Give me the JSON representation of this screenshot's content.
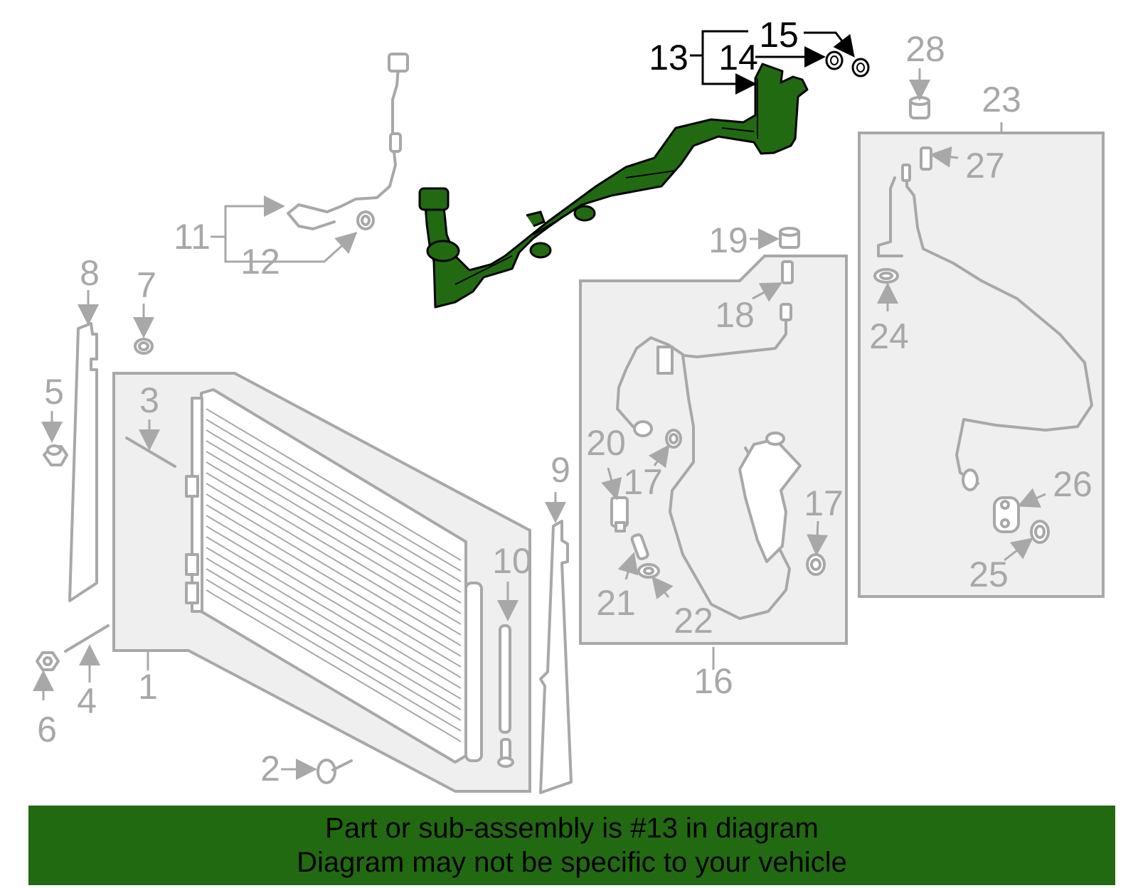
{
  "diagram": {
    "callouts": [
      "1",
      "2",
      "3",
      "4",
      "5",
      "6",
      "7",
      "8",
      "9",
      "10",
      "11",
      "12",
      "13",
      "14",
      "15",
      "16",
      "17",
      "17",
      "18",
      "19",
      "20",
      "21",
      "22",
      "23",
      "24",
      "25",
      "26",
      "27",
      "28"
    ],
    "highlight_color": "#226a11",
    "highlighted_part": "13"
  },
  "banner": {
    "line1": "Part or sub-assembly is #13 in diagram",
    "line2": "Diagram may not be specific to your vehicle",
    "background": "#226a11"
  }
}
